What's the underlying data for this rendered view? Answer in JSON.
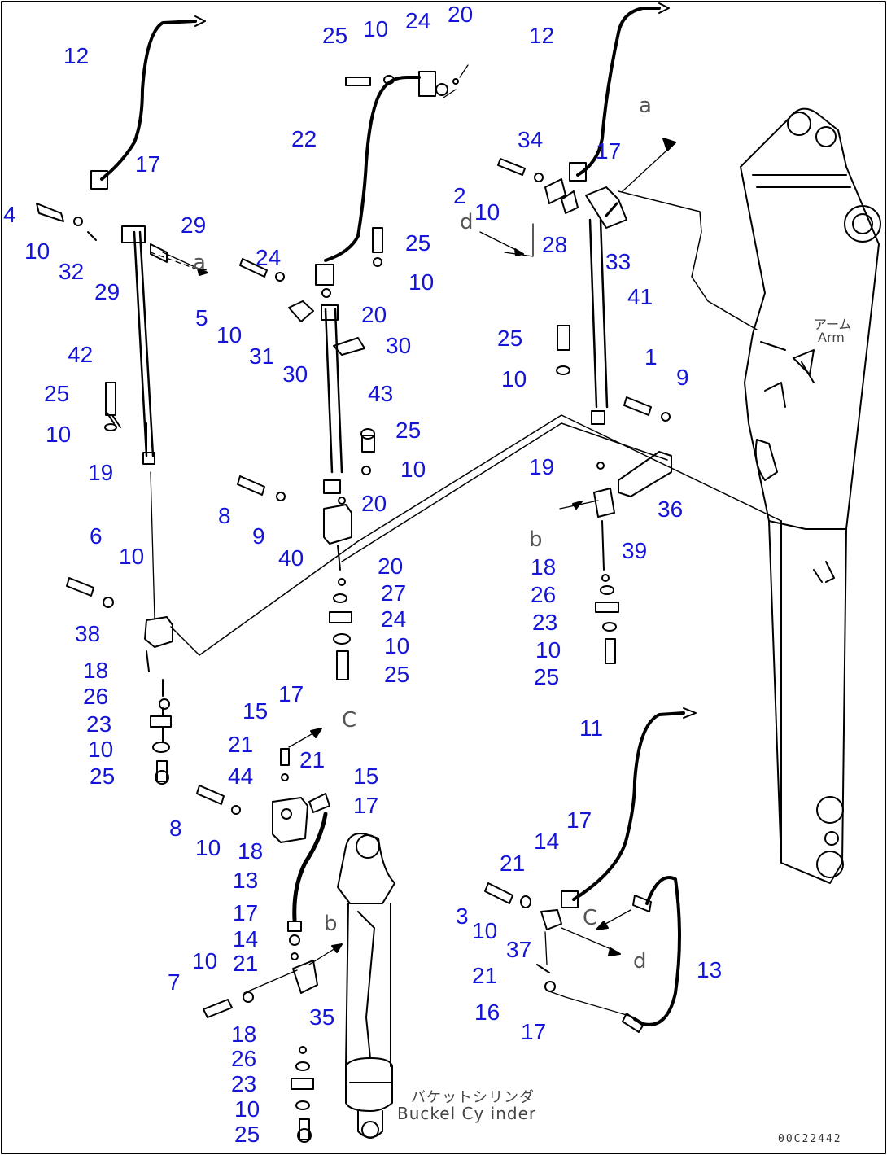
{
  "diagram": {
    "part_numbers": {
      "n01": "12",
      "n02": "25",
      "n03": "10",
      "n04": "24",
      "n05": "20",
      "n06": "12",
      "n07": "22",
      "n08": "17",
      "n09": "34",
      "n10": "17",
      "n11": "2",
      "n12": "10",
      "n13": "4",
      "n14": "10",
      "n15": "32",
      "n16": "29",
      "n17": "29",
      "n18": "5",
      "n19": "10",
      "n20": "24",
      "n21": "25",
      "n22": "10",
      "n23": "20",
      "n24": "28",
      "n25": "33",
      "n26": "31",
      "n27": "30",
      "n28": "30",
      "n29": "41",
      "n30": "42",
      "n31": "43",
      "n32": "25",
      "n33": "10",
      "n34": "1",
      "n35": "9",
      "n36": "25",
      "n37": "10",
      "n38": "25",
      "n39": "10",
      "n40": "19",
      "n41": "19",
      "n42": "36",
      "n43": "8",
      "n44": "9",
      "n45": "20",
      "n46": "40",
      "n47": "39",
      "n48": "6",
      "n49": "10",
      "n50": "20",
      "n51": "27",
      "n52": "24",
      "n53": "18",
      "n54": "26",
      "n55": "23",
      "n56": "38",
      "n57": "10",
      "n58": "10",
      "n59": "25",
      "n60": "25",
      "n61": "18",
      "n62": "26",
      "n63": "23",
      "n64": "10",
      "n65": "25",
      "n66": "17",
      "n67": "15",
      "n68": "21",
      "n69": "21",
      "n70": "11",
      "n71": "44",
      "n72": "15",
      "n73": "17",
      "n74": "8",
      "n75": "10",
      "n76": "18",
      "n77": "17",
      "n78": "14",
      "n79": "13",
      "n80": "21",
      "n81": "17",
      "n82": "14",
      "n83": "21",
      "n84": "3",
      "n85": "10",
      "n86": "37",
      "n87": "13",
      "n88": "10",
      "n89": "7",
      "n90": "21",
      "n91": "16",
      "n92": "17",
      "n93": "35",
      "n94": "18",
      "n95": "26",
      "n96": "23",
      "n97": "10",
      "n98": "25"
    },
    "refs": {
      "a1": "a",
      "a2": "a",
      "b1": "b",
      "b2": "b",
      "c1": "C",
      "c2": "C",
      "d1": "d",
      "d2": "d"
    },
    "arm_label_jp": "アーム",
    "arm_label_en": "Arm",
    "bucket_label_jp": "バケットシリンダ",
    "bucket_label_en": "Buckel Cy inder",
    "drawing_code": "00C22442"
  }
}
